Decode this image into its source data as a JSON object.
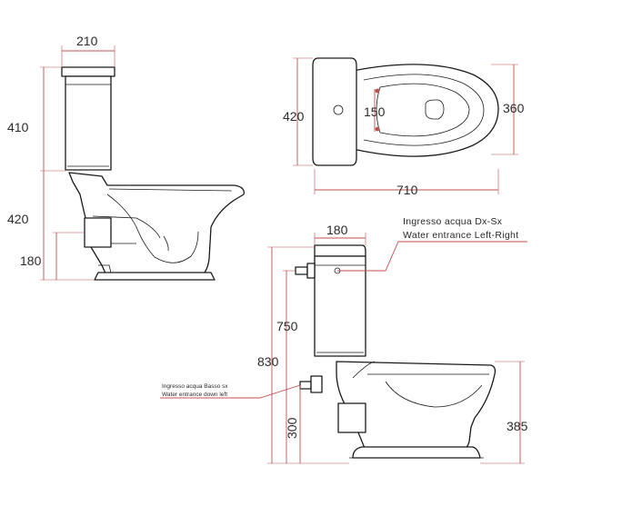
{
  "side_view": {
    "dims": {
      "width_tank": "210",
      "height_tank": "410",
      "height_bowl": "420",
      "height_inlet": "180"
    }
  },
  "top_view": {
    "dims": {
      "depth_tank": "420",
      "hole_spacing": "150",
      "bowl_width": "360",
      "total_length": "710"
    }
  },
  "front_view": {
    "dims": {
      "tank_depth": "180",
      "inlet_height_upper": "750",
      "total_height": "830",
      "inlet_height_lower": "300",
      "rim_height": "385"
    },
    "notes": {
      "upper_it": "Ingresso acqua Dx-Sx",
      "upper_en": "Water entrance Left-Right",
      "lower_it": "Ingresso acqua Basso sx",
      "lower_en": "Water entrance down left"
    }
  },
  "colors": {
    "dimension": "#c0504d",
    "outline": "#1a1a1a"
  }
}
